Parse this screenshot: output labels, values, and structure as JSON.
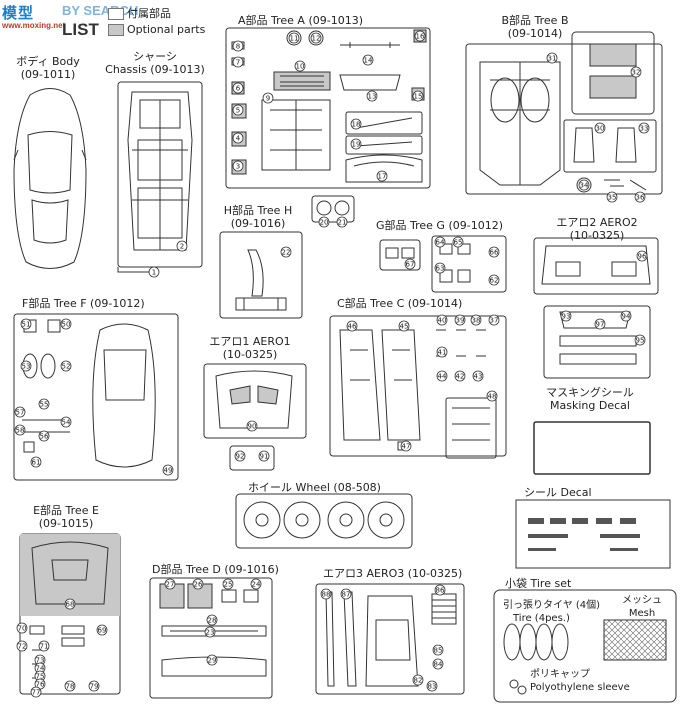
{
  "header": {
    "logo_text": "模型",
    "logo_sub": "www.moxing.net",
    "search_text": "BY SEARCH",
    "list_text": "LIST",
    "legend_std": "付属部品",
    "legend_opt": "Optional parts"
  },
  "sections": {
    "body": {
      "jp": "ボディ Body",
      "code": "(09-1011)"
    },
    "chassis": {
      "jp": "シャーシ",
      "en": "Chassis (09-1013)"
    },
    "tree_a": {
      "jp": "A部品 Tree A (09-1013)"
    },
    "tree_b": {
      "jp": "B部品 Tree B",
      "code": "(09-1014)"
    },
    "tree_h": {
      "jp": "H部品 Tree H",
      "code": "(09-1016)"
    },
    "tree_g": {
      "jp": "G部品 Tree G (09-1012)"
    },
    "aero2": {
      "jp": "エアロ2 AERO2",
      "code": "(10-0325)"
    },
    "tree_f": {
      "jp": "F部品 Tree F (09-1012)"
    },
    "tree_c": {
      "jp": "C部品 Tree C (09-1014)"
    },
    "aero1": {
      "jp": "エアロ1 AERO1",
      "code": "(10-0325)"
    },
    "masking": {
      "jp": "マスキングシール",
      "en": "Masking Decal"
    },
    "wheel": {
      "jp": "ホイール Wheel (08-508)"
    },
    "decal": {
      "jp": "シール Decal"
    },
    "tree_e": {
      "jp": "E部品 Tree E",
      "code": "(09-1015)"
    },
    "tree_d": {
      "jp": "D部品 Tree D (09-1016)"
    },
    "aero3": {
      "jp": "エアロ3 AERO3 (10-0325)"
    },
    "tireset": {
      "jp": "小袋 Tire set",
      "mesh_jp": "メッシュ",
      "mesh_en": "Mesh",
      "tire_jp": "引っ張りタイヤ (4個)",
      "tire_en": "Tire (4pes.)",
      "cap_jp": "ポリキャップ",
      "cap_en": "Polyothylene sleeve"
    }
  },
  "numbers": {
    "chassis_1": "1",
    "chassis_2": "2",
    "a": [
      "8",
      "7",
      "6",
      "5",
      "4",
      "3",
      "11",
      "12",
      "10",
      "9",
      "14",
      "13",
      "16",
      "15",
      "18",
      "19",
      "17"
    ],
    "b": [
      "31",
      "32",
      "33",
      "30",
      "34",
      "35",
      "36"
    ],
    "h": [
      "20",
      "21",
      "22"
    ],
    "g": [
      "64",
      "65",
      "66",
      "63",
      "62",
      "67"
    ],
    "f": [
      "51",
      "50",
      "53",
      "52",
      "55",
      "57",
      "54",
      "58",
      "56",
      "61",
      "49"
    ],
    "c": [
      "46",
      "45",
      "48",
      "37",
      "38",
      "39",
      "40",
      "41",
      "42",
      "43",
      "44",
      "47"
    ],
    "aero1": [
      "90",
      "91",
      "92"
    ],
    "aero2": [
      "93",
      "94",
      "95",
      "96",
      "97"
    ],
    "e": [
      "68",
      "69",
      "70",
      "71",
      "72",
      "73",
      "74",
      "75",
      "76",
      "77",
      "78",
      "79"
    ],
    "d": [
      "27",
      "26",
      "25",
      "24",
      "28",
      "23",
      "29"
    ],
    "aero3": [
      "88",
      "87",
      "86",
      "85",
      "84",
      "83",
      "82"
    ]
  }
}
